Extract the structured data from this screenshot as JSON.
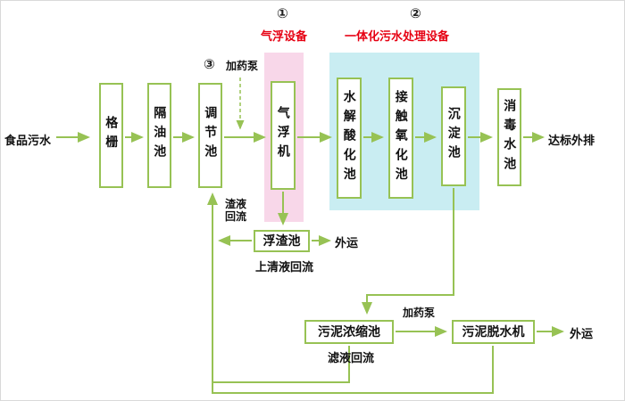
{
  "colors": {
    "line_green": "#97c254",
    "flotation_bg_pink": "#f8d7e9",
    "integrated_bg_blue": "#c9edf2",
    "highlight_red": "#e60012",
    "text_black": "#111111"
  },
  "flow": {
    "influent": "食品污水",
    "effluent": "达标外排"
  },
  "units": {
    "grid": "格栅",
    "oil_separator": "隔油池",
    "regulating_tank": "调节池",
    "air_flotation_machine": "气浮机",
    "hydrolysis_acidification_tank": "水解酸化池",
    "contact_oxidation_tank": "接触氧化池",
    "sedimentation_tank": "沉淀池",
    "disinfection_tank": "消毒水池",
    "scum_tank": "浮渣池",
    "sludge_thickening_tank": "污泥浓缩池",
    "sludge_dewatering_machine": "污泥脱水机"
  },
  "annotations": {
    "marker_1": "①",
    "marker_2": "②",
    "marker_3": "③",
    "air_flotation_equipment": "气浮设备",
    "integrated_equipment": "一体化污水处理设备",
    "dosing_pump_top": "加药泵",
    "dosing_pump_bottom": "加药泵",
    "slag_liquid_reflux": "渣液回流",
    "supernatant_reflux": "上清液回流",
    "filtrate_reflux": "滤液回流",
    "scum_outbound": "外运",
    "sludge_outbound": "外运"
  }
}
